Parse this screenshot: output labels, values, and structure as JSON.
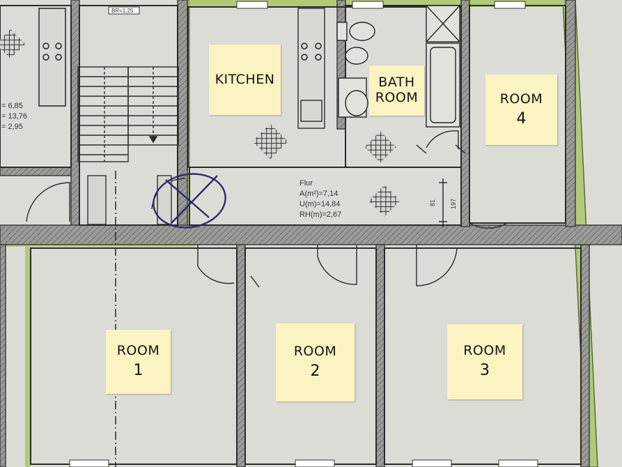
{
  "colors": {
    "paper": "#dcdcd7",
    "wall": "#8f8f8c",
    "wall_dark": "#3d3d3d",
    "green": "#b4c879",
    "sticky_note": "#fbf3c2",
    "pen_mark": "#2d2a6e"
  },
  "notes": {
    "kitchen": "KITCHEN",
    "bathroom_line1": "BATH",
    "bathroom_line2": "ROOM",
    "room4_label": "ROOM",
    "room4_number": "4",
    "room1_label": "ROOM",
    "room1_number": "1",
    "room2_label": "ROOM",
    "room2_number": "2",
    "room3_label": "ROOM",
    "room3_number": "3"
  },
  "printed": {
    "flur_title": "Flur",
    "flur_area": "A(m²)=7,14",
    "flur_perimeter": "U(m)=14,84",
    "flur_height": "RH(m)=2,67",
    "left_room_values_1": "= 6,85",
    "left_room_values_2": "= 13,76",
    "left_room_values_3": "= 2,95",
    "window_tag": "BR=1,25",
    "door_tag": "81",
    "door_tag_2": "197"
  },
  "icons": [
    "cross-hatch-marker-icon",
    "stove-icon",
    "toilet-icon",
    "washbasin-icon",
    "bathtub-icon",
    "shower-icon",
    "staircase-icon"
  ]
}
